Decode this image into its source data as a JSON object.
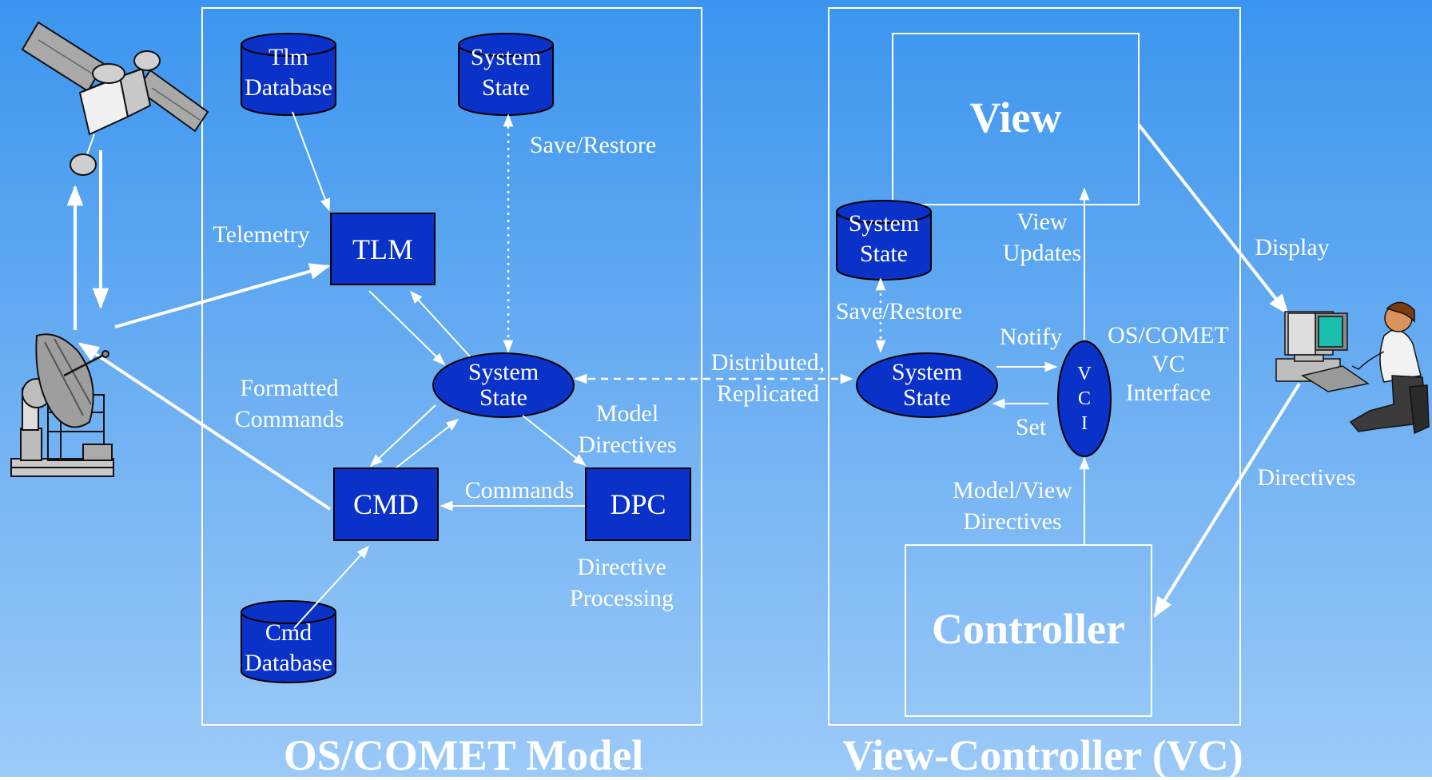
{
  "colors": {
    "background_top": "#3b95ef",
    "background_bottom": "#9ccaf8",
    "node_fill": "#0a32c8",
    "line": "#ffffff"
  },
  "panels": {
    "model_title": "OS/COMET Model",
    "vc_title": "View-Controller (VC)"
  },
  "nodes": {
    "tlm_db": [
      "Tlm",
      "Database"
    ],
    "cmd_db": [
      "Cmd",
      "Database"
    ],
    "state_top": [
      "System",
      "State"
    ],
    "state_model": [
      "System",
      "State"
    ],
    "state_vc_db": [
      "System",
      "State"
    ],
    "state_vc": [
      "System",
      "State"
    ],
    "tlm": "TLM",
    "cmd": "CMD",
    "dpc": "DPC",
    "view": "View",
    "controller": "Controller",
    "vci": [
      "V",
      "C",
      "I"
    ]
  },
  "labels": {
    "save_restore_model": "Save/Restore",
    "telemetry": "Telemetry",
    "formatted_commands": [
      "Formatted",
      "Commands"
    ],
    "model_directives": [
      "Model",
      "Directives"
    ],
    "commands": "Commands",
    "directive_processing": [
      "Directive",
      "Processing"
    ],
    "distributed_replicated": [
      "Distributed,",
      "Replicated"
    ],
    "save_restore_vc": "Save/Restore",
    "view_updates": [
      "View",
      "Updates"
    ],
    "notify": "Notify",
    "set": "Set",
    "vc_interface": [
      "OS/COMET",
      "VC",
      "Interface"
    ],
    "model_view_directives": [
      "Model/View",
      "Directives"
    ],
    "display": "Display",
    "directives": "Directives"
  },
  "icons": {
    "satellite": "satellite-icon",
    "antenna": "ground-antenna-icon",
    "operator": "operator-workstation-icon"
  }
}
